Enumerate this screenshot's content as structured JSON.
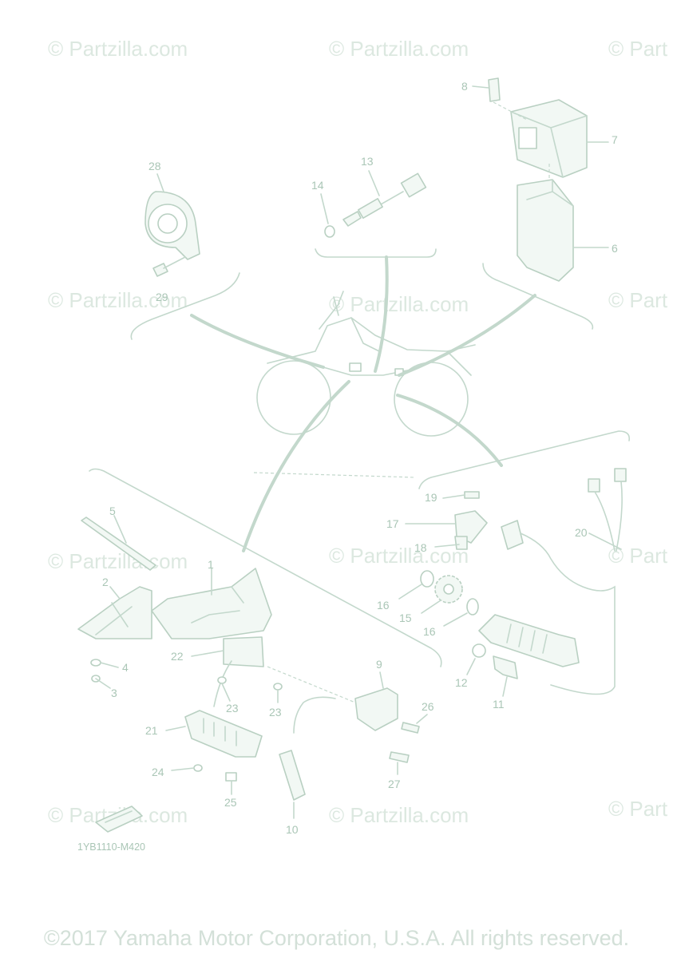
{
  "watermark": "© Partzilla.com",
  "watermark_partial": "© Part",
  "diagram_code": "1YB1110-M420",
  "copyright": "©2017 Yamaha Motor Corporation, U.S.A. All rights reserved.",
  "callouts": [
    "1",
    "2",
    "3",
    "4",
    "5",
    "6",
    "7",
    "8",
    "9",
    "10",
    "11",
    "12",
    "13",
    "14",
    "15",
    "16",
    "16",
    "17",
    "18",
    "19",
    "20",
    "21",
    "22",
    "23",
    "23",
    "24",
    "25",
    "26",
    "27",
    "28",
    "29"
  ],
  "colors": {
    "line": "#c3d8cc",
    "text": "#aac6b6",
    "watermark": "#dce8e0"
  }
}
